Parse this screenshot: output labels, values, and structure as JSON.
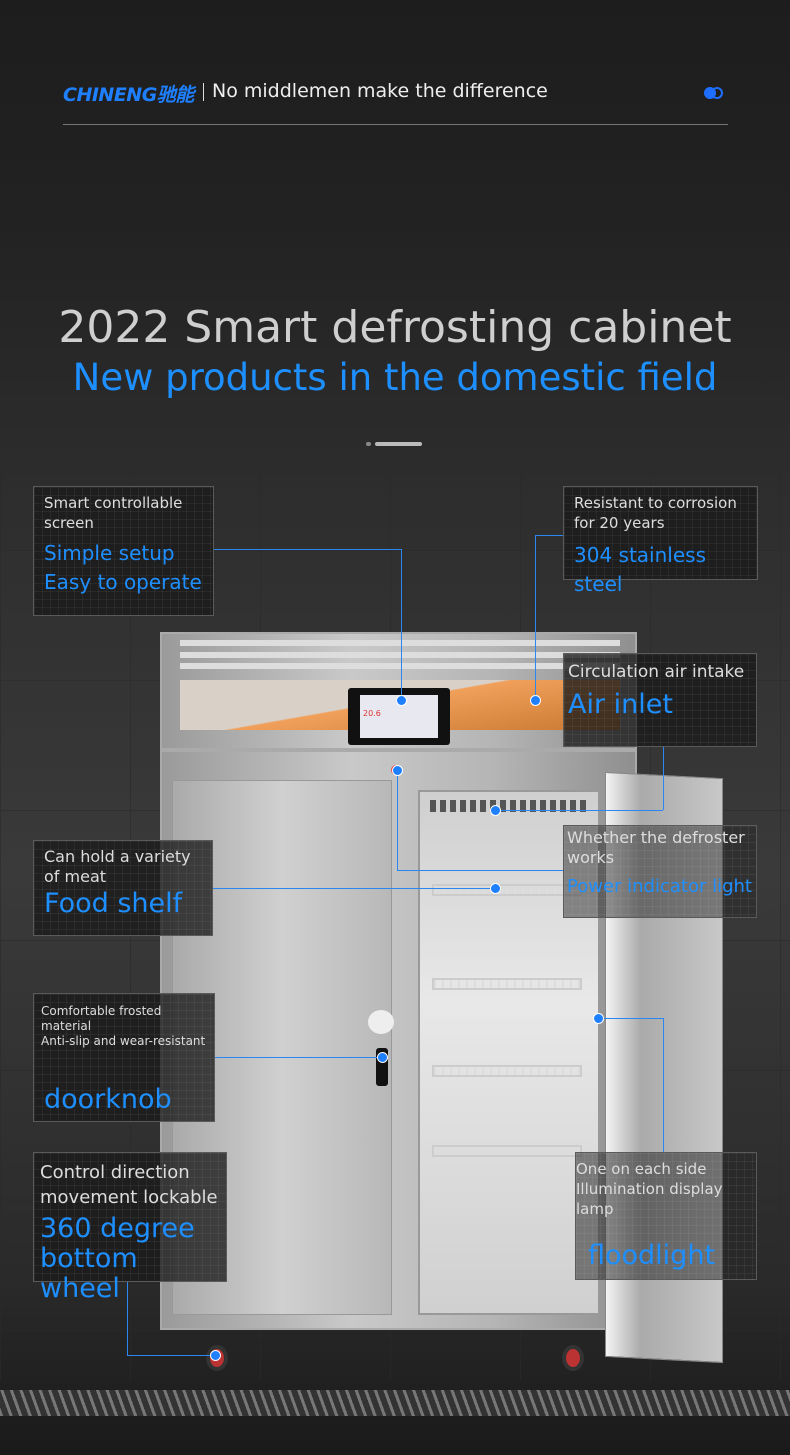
{
  "header": {
    "logo": "CHINENG驰能",
    "tagline": "No middlemen make the difference",
    "accent": "#1e7fff"
  },
  "hero": {
    "title": "2022 Smart defrosting cabinet",
    "subtitle": "New products in the domestic field"
  },
  "screen": {
    "temp": "20.6"
  },
  "callouts": [
    {
      "small": "Smart controllable screen",
      "big1": "Simple setup",
      "big2": "Easy to operate"
    },
    {
      "small": "Resistant to corrosion for 20 years",
      "big1": "304 stainless steel"
    },
    {
      "small": "Circulation air intake",
      "big1": "Air inlet"
    },
    {
      "small": "Whether the defroster works",
      "big1": "Power indicator light"
    },
    {
      "small": "Can hold a variety of meat",
      "big1": "Food shelf"
    },
    {
      "small1": "Comfortable frosted material",
      "small2": "Anti-slip and wear-resistant",
      "big1": "doorknob"
    },
    {
      "small": "Control direction movement lockable",
      "big1": "360 degree",
      "big2": "bottom wheel"
    },
    {
      "small1": "One on each side",
      "small2": "Illumination display lamp",
      "big1": "floodlight"
    }
  ]
}
